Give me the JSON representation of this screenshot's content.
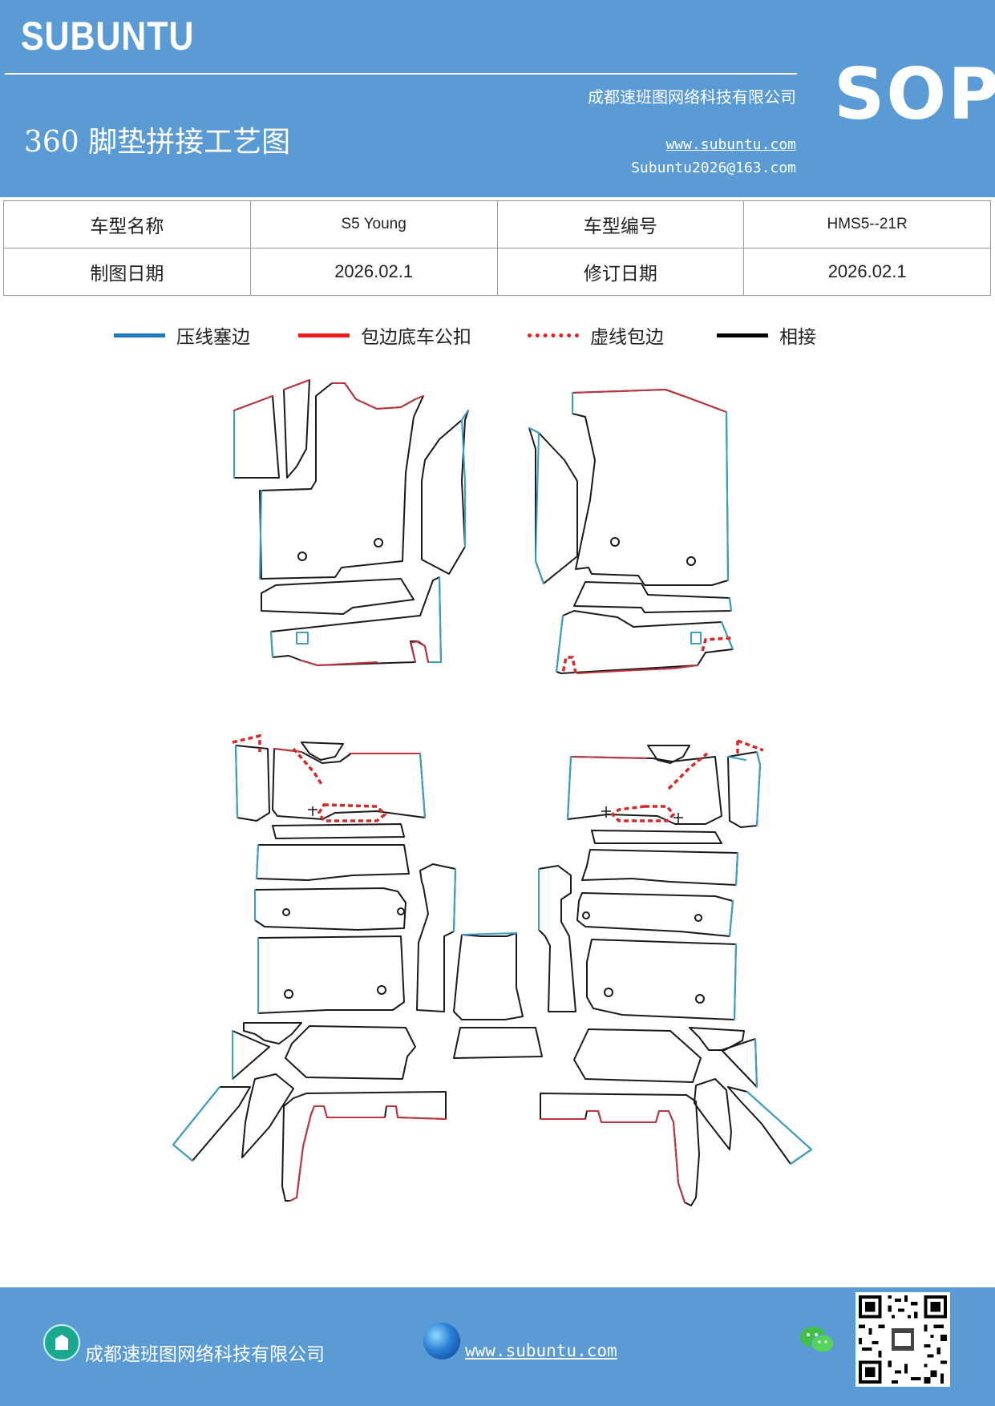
{
  "header": {
    "logo": "SUBUNTU",
    "sop": "SOP",
    "title": "360 脚垫拼接工艺图",
    "company": "成都速班图网络科技有限公司",
    "website": "www.subuntu.com",
    "email": "Subuntu2026@163.com"
  },
  "info_table": {
    "rows": [
      [
        "车型名称",
        "S5 Young",
        "车型编号",
        "HMS5--21R"
      ],
      [
        "制图日期",
        "2026.02.1",
        "修订日期",
        "2026.02.1"
      ]
    ]
  },
  "legend": [
    {
      "label": "压线塞边",
      "color": "#1f77c0",
      "style": "solid"
    },
    {
      "label": "包边底车公扣",
      "color": "#ee1c1c",
      "style": "solid"
    },
    {
      "label": "虚线包边",
      "color": "#ee1c1c",
      "style": "dotted"
    },
    {
      "label": "相接",
      "color": "#000000",
      "style": "solid"
    }
  ],
  "colors": {
    "header_bg": "#5b9bd5",
    "cut_blue": "#3aa0c8",
    "cut_red": "#c0353f",
    "cut_black": "#1a1a1a"
  },
  "footer": {
    "company": "成都速班图网络科技有限公司",
    "website": "www.subuntu.com",
    "icons": [
      "building-icon",
      "globe-icon",
      "wechat-icon",
      "qr-code"
    ]
  }
}
